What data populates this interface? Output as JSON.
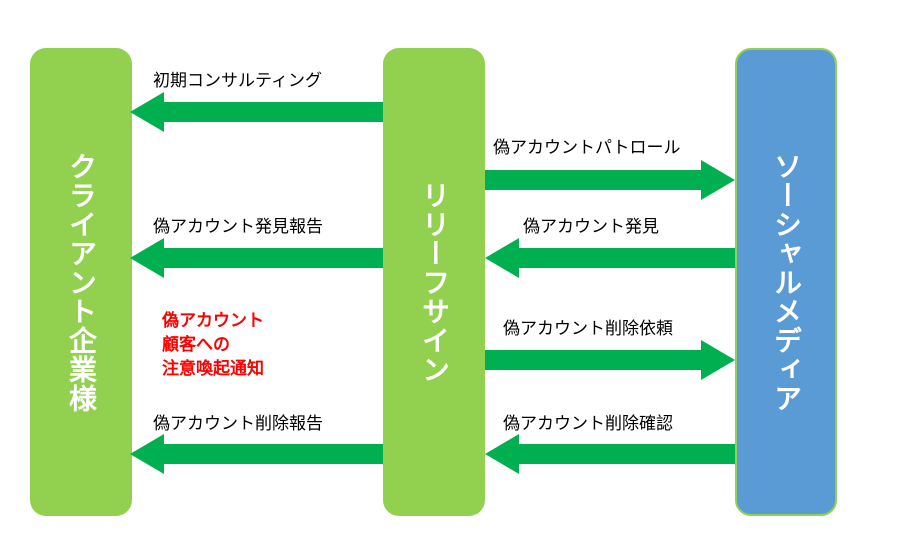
{
  "columns": {
    "client": "クライアント企業様",
    "center": "リリーフサイン",
    "social": "ソーシャルメディア"
  },
  "flows": {
    "initial_consulting": "初期コンサルティング",
    "fake_report": "偽アカウント発見報告",
    "delete_report": "偽アカウント削除報告",
    "patrol": "偽アカウントパトロール",
    "found": "偽アカウント発見",
    "delete_request": "偽アカウント削除依頼",
    "delete_confirm": "偽アカウント削除確認"
  },
  "notice": {
    "line1": "偽アカウント",
    "line2": "顧客への",
    "line3": "注意喚起通知"
  },
  "colors": {
    "column_green": "#92d050",
    "column_blue": "#5b9bd5",
    "arrow_green": "#00b050",
    "notice_red": "#ff0000"
  }
}
